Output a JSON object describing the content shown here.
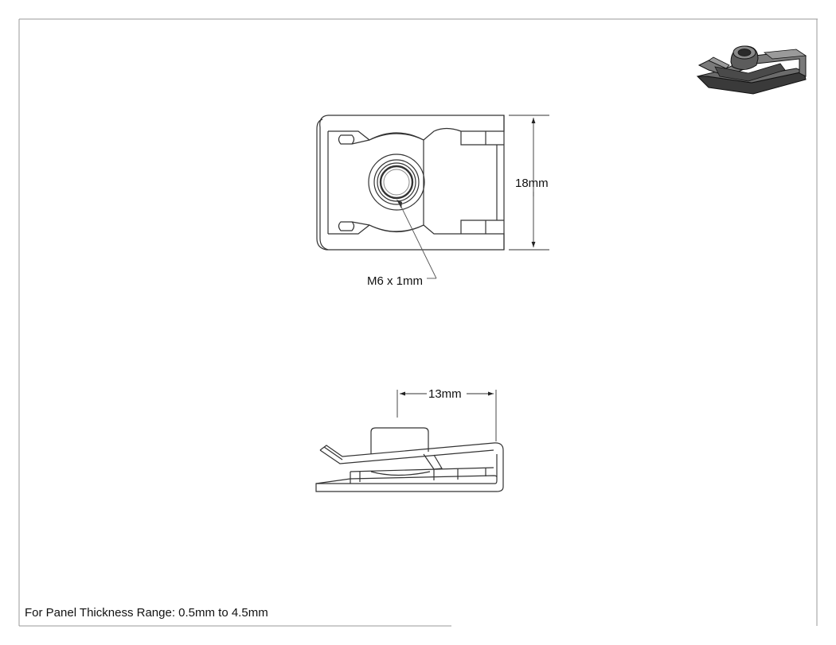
{
  "drawing": {
    "dimensions": {
      "height": "18mm",
      "width": "13mm"
    },
    "callouts": {
      "thread": "M6 x 1mm"
    },
    "note": "For Panel Thickness Range: 0.5mm to 4.5mm"
  }
}
